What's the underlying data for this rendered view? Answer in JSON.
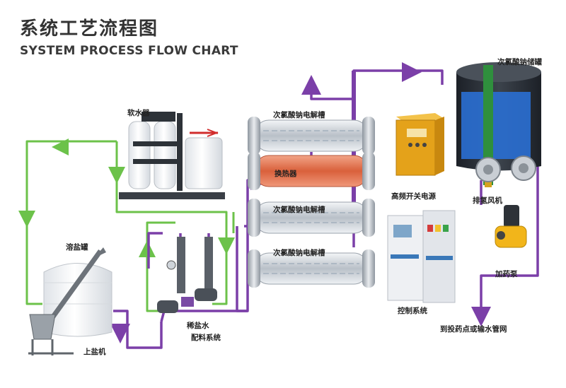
{
  "header": {
    "title_cn": "系统工艺流程图",
    "title_en": "SYSTEM PROCESS FLOW CHART"
  },
  "labels": {
    "softener": "软水器",
    "dissolving_tank": "溶盐罐",
    "salt_feeder": "上盐机",
    "brine_line1": "稀盐水",
    "brine_line2": "配料系统",
    "cell_top": "次氯酸钠电解槽",
    "heat_exchanger": "换热器",
    "cell_mid": "次氯酸钠电解槽",
    "cell_bottom": "次氯酸钠电解槽",
    "power_supply": "高频开关电源",
    "control_system": "控制系统",
    "storage_tank": "次氯酸钠储罐",
    "hydrogen_blower": "排氢风机",
    "dosing_pump": "加药泵",
    "dosing_point": "到投药点或输水管网"
  },
  "colors": {
    "green_pipe": "#6cc24a",
    "purple_pipe": "#7b3fa8",
    "heat_exchanger": "#e0724e",
    "tank_dark": "#2a2f36",
    "cabinet": "#e6e9ee",
    "power_box": "#e4a21a"
  }
}
